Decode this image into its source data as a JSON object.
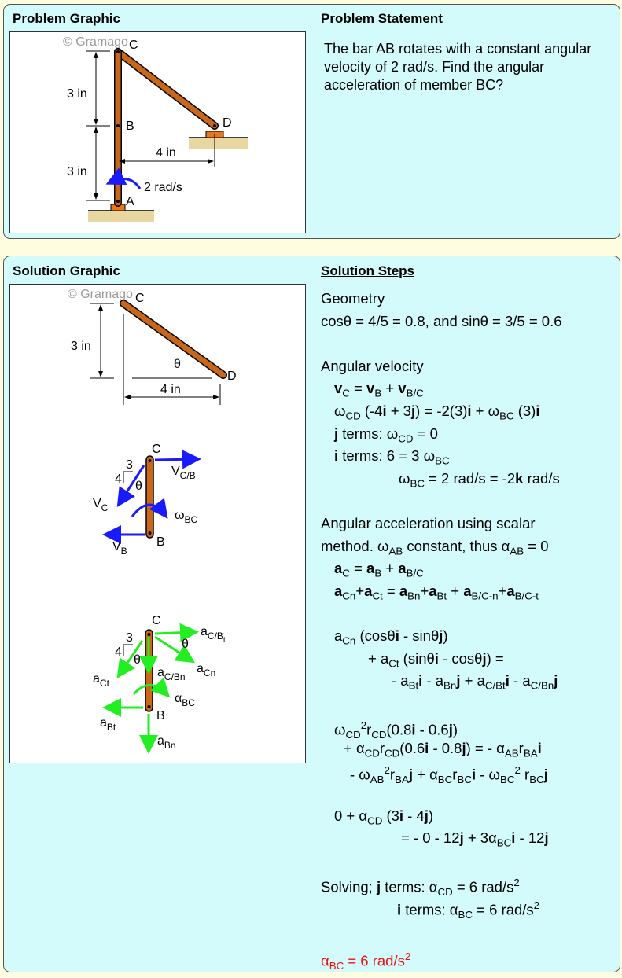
{
  "headers": {
    "problem_graphic": "Problem Graphic",
    "problem_statement": "Problem Statement",
    "solution_graphic": "Solution Graphic",
    "solution_steps": "Solution Steps"
  },
  "problem_statement": "The bar AB rotates with a constant angular velocity of 2 rad/s. Find the angular acceleration of member BC?",
  "watermark": "© Gramago",
  "problem_figure": {
    "C": "C",
    "B": "B",
    "D": "D",
    "A": "A",
    "dim_top": "3 in",
    "dim_bottom": "3 in",
    "dim_horizontal": "4 in",
    "omega": "2 rad/s"
  },
  "solution_figure": {
    "C": "C",
    "D": "D",
    "dim_vertical": "3 in",
    "dim_horizontal": "4 in",
    "theta": "θ",
    "velocity": {
      "C": "C",
      "B": "B",
      "three": "3",
      "four": "4",
      "theta": "θ",
      "vc": "V",
      "vc_sub": "C",
      "vcb": "V",
      "vcb_sub": "C/B",
      "vb": "V",
      "vb_sub": "B",
      "w": "ω",
      "w_sub": "BC"
    },
    "accel": {
      "C": "C",
      "B": "B",
      "three": "3",
      "four": "4",
      "theta1": "θ",
      "theta2": "θ",
      "acbt": "a",
      "acbt_sub": "C/B",
      "acbt_sub2": "t",
      "acn": "a",
      "acn_sub": "Cn",
      "acbn": "a",
      "acbn_sub": "C/Bn",
      "act": "a",
      "act_sub": "Ct",
      "alpha": "α",
      "alpha_sub": "BC",
      "abt": "a",
      "abt_sub": "Bt",
      "abn": "a",
      "abn_sub": "Bn"
    }
  },
  "colors": {
    "bar": "#c8661a",
    "velocity": "#1a1aff",
    "acceleration": "#22ee22",
    "answer": "#f01010"
  },
  "steps": [
    [
      [
        "Geometry",
        ""
      ]
    ],
    [
      [
        "cosθ = 4/5 = 0.8, and sinθ = 3/5 = 0.6",
        ""
      ]
    ],
    [],
    [
      [
        "Angular velocity",
        ""
      ]
    ],
    [
      [
        "v",
        "b"
      ],
      [
        "C",
        "sub"
      ],
      [
        " = ",
        ""
      ],
      [
        "v",
        "b"
      ],
      [
        "B",
        "sub"
      ],
      [
        " + ",
        ""
      ],
      [
        "v",
        "b"
      ],
      [
        "B/C",
        "sub"
      ]
    ],
    [
      [
        "ω",
        ""
      ],
      [
        "CD",
        "sub"
      ],
      [
        " (-4",
        ""
      ],
      [
        "i",
        "b"
      ],
      [
        " + 3",
        ""
      ],
      [
        "j",
        "b"
      ],
      [
        ") = -2(3)",
        ""
      ],
      [
        "i",
        "b"
      ],
      [
        " + ω",
        ""
      ],
      [
        "BC",
        "sub"
      ],
      [
        " (3)",
        ""
      ],
      [
        "i",
        "b"
      ]
    ],
    [
      [
        "j",
        "b"
      ],
      [
        " terms: ω",
        ""
      ],
      [
        "CD",
        "sub"
      ],
      [
        " = 0",
        ""
      ]
    ],
    [
      [
        "i",
        "b"
      ],
      [
        " terms: 6 = 3 ω",
        ""
      ],
      [
        "BC",
        "sub"
      ]
    ],
    [
      [
        "ω",
        ""
      ],
      [
        "BC",
        "sub"
      ],
      [
        " = 2 rad/s = -2",
        ""
      ],
      [
        "k",
        "b"
      ],
      [
        " rad/s",
        ""
      ]
    ],
    [],
    [
      [
        "Angular acceleration using scalar",
        ""
      ]
    ],
    [
      [
        "method. ω",
        ""
      ],
      [
        "AB",
        "sub"
      ],
      [
        " constant, thus α",
        ""
      ],
      [
        "AB",
        "sub"
      ],
      [
        " = 0",
        ""
      ]
    ],
    [
      [
        "a",
        "b"
      ],
      [
        "C",
        "sub"
      ],
      [
        " = ",
        ""
      ],
      [
        "a",
        "b"
      ],
      [
        "B",
        "sub"
      ],
      [
        " + ",
        ""
      ],
      [
        "a",
        "b"
      ],
      [
        "B/C",
        "sub"
      ]
    ],
    [
      [
        "a",
        "b"
      ],
      [
        "Cn",
        "sub"
      ],
      [
        "+",
        ""
      ],
      [
        "a",
        "b"
      ],
      [
        "Ct",
        "sub"
      ],
      [
        " = ",
        ""
      ],
      [
        "a",
        "b"
      ],
      [
        "Bn",
        "sub"
      ],
      [
        "+",
        ""
      ],
      [
        "a",
        "b"
      ],
      [
        "Bt",
        "sub"
      ],
      [
        " + ",
        ""
      ],
      [
        "a",
        "b"
      ],
      [
        "B/C-n",
        "sub"
      ],
      [
        "+",
        ""
      ],
      [
        "a",
        "b"
      ],
      [
        "B/C-t",
        "sub"
      ]
    ],
    [],
    [
      [
        "a",
        ""
      ],
      [
        "Cn",
        "sub"
      ],
      [
        " (cosθ",
        ""
      ],
      [
        "i",
        "b"
      ],
      [
        " - sinθ",
        ""
      ],
      [
        "j",
        "b"
      ],
      [
        ")",
        ""
      ]
    ],
    [
      [
        "+ a",
        ""
      ],
      [
        "Ct",
        "sub"
      ],
      [
        " (sinθ",
        ""
      ],
      [
        "i",
        "b"
      ],
      [
        " - cosθ",
        ""
      ],
      [
        "j",
        "b"
      ],
      [
        ") =",
        ""
      ]
    ],
    [
      [
        "- a",
        ""
      ],
      [
        "Bt",
        "sub"
      ],
      [
        "i",
        "b"
      ],
      [
        " - a",
        ""
      ],
      [
        "Bn",
        "sub"
      ],
      [
        "j",
        "b"
      ],
      [
        " + a",
        ""
      ],
      [
        "C/Bt",
        "sub"
      ],
      [
        "i",
        "b"
      ],
      [
        " - a",
        ""
      ],
      [
        "C/Bn",
        "sub"
      ],
      [
        "j",
        "b"
      ]
    ],
    [],
    [
      [
        "ω",
        ""
      ],
      [
        "CD",
        "sub"
      ],
      [
        "2",
        "sup"
      ],
      [
        "r",
        ""
      ],
      [
        "CD",
        "sub"
      ],
      [
        "(0.8",
        ""
      ],
      [
        "i",
        "b"
      ],
      [
        " - 0.6",
        ""
      ],
      [
        "j",
        "b"
      ],
      [
        ")",
        ""
      ]
    ],
    [
      [
        "+ α",
        ""
      ],
      [
        "CD",
        "sub"
      ],
      [
        "r",
        ""
      ],
      [
        "CD",
        "sub"
      ],
      [
        "(0.6",
        ""
      ],
      [
        "i",
        "b"
      ],
      [
        " - 0.8",
        ""
      ],
      [
        "j",
        "b"
      ],
      [
        ") = - α",
        ""
      ],
      [
        "AB",
        "sub"
      ],
      [
        "r",
        ""
      ],
      [
        "BA",
        "sub"
      ],
      [
        "i",
        "b"
      ]
    ],
    [
      [
        "- ω",
        ""
      ],
      [
        "AB",
        "sub"
      ],
      [
        "2",
        "sup"
      ],
      [
        "r",
        ""
      ],
      [
        "BA",
        "sub"
      ],
      [
        "j",
        "b"
      ],
      [
        " + α",
        ""
      ],
      [
        "BC",
        "sub"
      ],
      [
        "r",
        ""
      ],
      [
        "BC",
        "sub"
      ],
      [
        "i",
        "b"
      ],
      [
        " - ω",
        ""
      ],
      [
        "BC",
        "sub"
      ],
      [
        "2",
        "sup"
      ],
      [
        " r",
        ""
      ],
      [
        "BC",
        "sub"
      ],
      [
        "j",
        "b"
      ]
    ],
    [],
    [
      [
        "0 + α",
        ""
      ],
      [
        "CD",
        "sub"
      ],
      [
        " (3",
        ""
      ],
      [
        "i",
        "b"
      ],
      [
        " - 4",
        ""
      ],
      [
        "j",
        "b"
      ],
      [
        ")",
        ""
      ]
    ],
    [
      [
        "= - 0 - 12",
        ""
      ],
      [
        "j",
        "b"
      ],
      [
        " + 3α",
        ""
      ],
      [
        "BC",
        "sub"
      ],
      [
        "i",
        "b"
      ],
      [
        " - 12",
        ""
      ],
      [
        "j",
        "b"
      ]
    ],
    [],
    [
      [
        "Solving;   ",
        ""
      ],
      [
        "j",
        "b"
      ],
      [
        " terms: α",
        ""
      ],
      [
        "CD",
        "sub"
      ],
      [
        " = 6 rad/s",
        ""
      ],
      [
        "2",
        "sup"
      ]
    ],
    [
      [
        "i",
        "b"
      ],
      [
        " terms: α",
        ""
      ],
      [
        "BC",
        "sub"
      ],
      [
        " = 6 rad/s",
        ""
      ],
      [
        "2",
        "sup"
      ]
    ],
    [],
    [
      [
        "α",
        ""
      ],
      [
        "BC",
        "sub"
      ],
      [
        " = 6 rad/s",
        ""
      ],
      [
        "2",
        "sup"
      ]
    ]
  ]
}
